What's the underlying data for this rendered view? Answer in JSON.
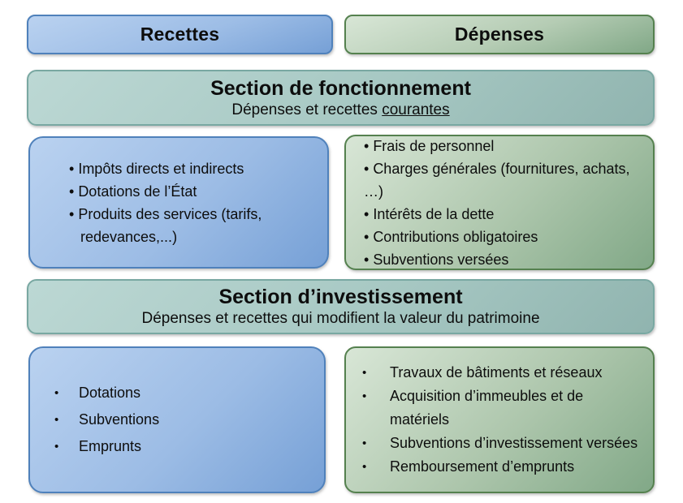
{
  "colors": {
    "blue_fill_light": "#bad2f0",
    "blue_fill_dark": "#76a0d6",
    "blue_border": "#4f81bb",
    "green_fill_light": "#d8e6d6",
    "green_fill_dark": "#81a887",
    "green_border": "#55814f",
    "teal_fill_light": "#bcd8d4",
    "teal_fill_dark": "#90b4af",
    "teal_border": "#79a8a2",
    "background": "#ffffff",
    "text": "#0d0d0d"
  },
  "header_row": {
    "recettes_label": "Recettes",
    "depenses_label": "Dépenses"
  },
  "fonctionnement": {
    "title": "Section de fonctionnement",
    "subtitle_prefix": "Dépenses et recettes ",
    "subtitle_underlined": "courantes",
    "recettes_items": [
      "Impôts directs et indirects",
      "Dotations de l’État",
      "Produits des services (tarifs, redevances,...)"
    ],
    "depenses_items": [
      "Frais de personnel",
      "Charges générales (fournitures, achats, …)",
      "Intérêts de la dette",
      "Contributions obligatoires",
      "Subventions versées"
    ]
  },
  "investissement": {
    "title": "Section d’investissement",
    "subtitle": "Dépenses et recettes qui modifient la valeur du patrimoine",
    "recettes_items": [
      "Dotations",
      "Subventions",
      "Emprunts"
    ],
    "depenses_items": [
      "Travaux de bâtiments et réseaux",
      "Acquisition d’immeubles et de matériels",
      "Subventions d’investissement versées",
      "Remboursement d’emprunts"
    ]
  }
}
